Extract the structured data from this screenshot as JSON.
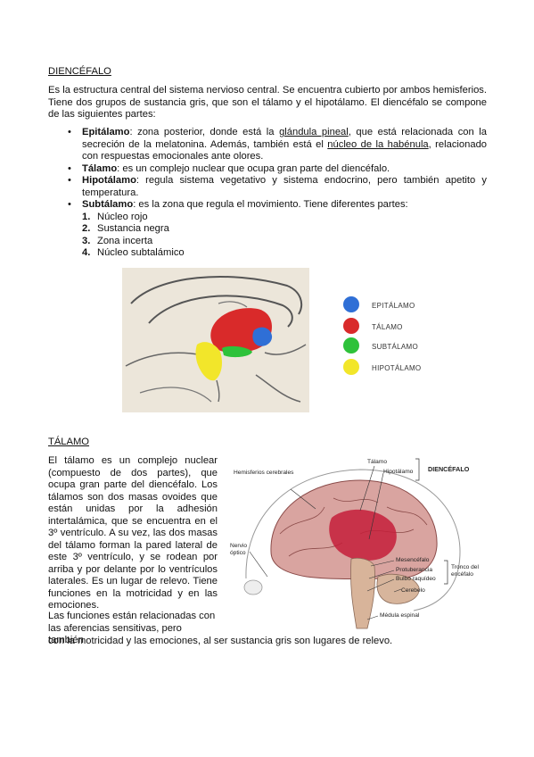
{
  "section1": {
    "title": "DIENCÉFALO",
    "intro": "Es la estructura central del sistema nervioso central. Se encuentra cubierto por ambos hemisferios. Tiene dos grupos de sustancia gris, que son el tálamo y el hipotálamo. El diencéfalo se compone de las siguientes partes:",
    "bullets": [
      {
        "term": "Epitálamo",
        "t1": ": zona posterior, donde está la ",
        "u1": "glándula pineal",
        "t2": ", que está relacionada con la secreción de la melatonina. Además, también está el ",
        "u2": "núcleo de la habénula",
        "t3": ", relacionado con respuestas emocionales ante olores."
      },
      {
        "term": "Tálamo",
        "text": ": es un complejo nuclear que ocupa gran parte del diencéfalo."
      },
      {
        "term": "Hipotálamo",
        "text": ": regula sistema vegetativo y sistema endocrino, pero también apetito y temperatura."
      },
      {
        "term": "Subtálamo",
        "text": ": es la zona que regula el movimiento. Tiene diferentes partes:"
      }
    ],
    "subparts": [
      {
        "n": "1.",
        "label": "Núcleo rojo"
      },
      {
        "n": "2.",
        "label": "Sustancia negra"
      },
      {
        "n": "3.",
        "label": "Zona incerta"
      },
      {
        "n": "4.",
        "label": "Núcleo subtalámico"
      }
    ],
    "legend": [
      {
        "label": "EPITÁLAMO",
        "color": "#2f6fd6"
      },
      {
        "label": "TÁLAMO",
        "color": "#d92a2a"
      },
      {
        "label": "SUBTÁLAMO",
        "color": "#2ec23a"
      },
      {
        "label": "HIPOTÁLAMO",
        "color": "#f2e62a"
      }
    ]
  },
  "section2": {
    "title": "TÁLAMO",
    "para1": "El tálamo es un complejo nuclear (compuesto de dos partes), que ocupa gran parte del diencéfalo. Los tálamos son dos masas ovoides que están unidas por la adhesión intertalámica, que se encuentra en el 3º ventrículo. A su vez, las dos masas del tálamo forman la pared lateral de este 3º ventrículo, y se rodean por arriba y por delante por lo ventrículos laterales. Es un lugar de relevo. Tiene funciones en la motricidad y en las emociones.",
    "para2_col": "Las funciones están relacionadas con las aferencias sensitivas, pero también",
    "para2_rest": "con la motricidad y las emociones, al ser sustancia gris son lugares de relevo.",
    "brain_labels": {
      "hemisferios": "Hemisferios cerebrales",
      "talamo": "Tálamo",
      "hipotalamo": "Hipotálamo",
      "diencefalo": "DIENCÉFALO",
      "nervio": "Nervio óptico",
      "mesencefalo": "Mesencéfalo",
      "protuberancia": "Protuberancia",
      "bulbo": "Bulbo raquídeo",
      "tronco": "Tronco del encéfalo",
      "cerebelo": "Cerebelo",
      "medula": "Médula espinal"
    }
  }
}
